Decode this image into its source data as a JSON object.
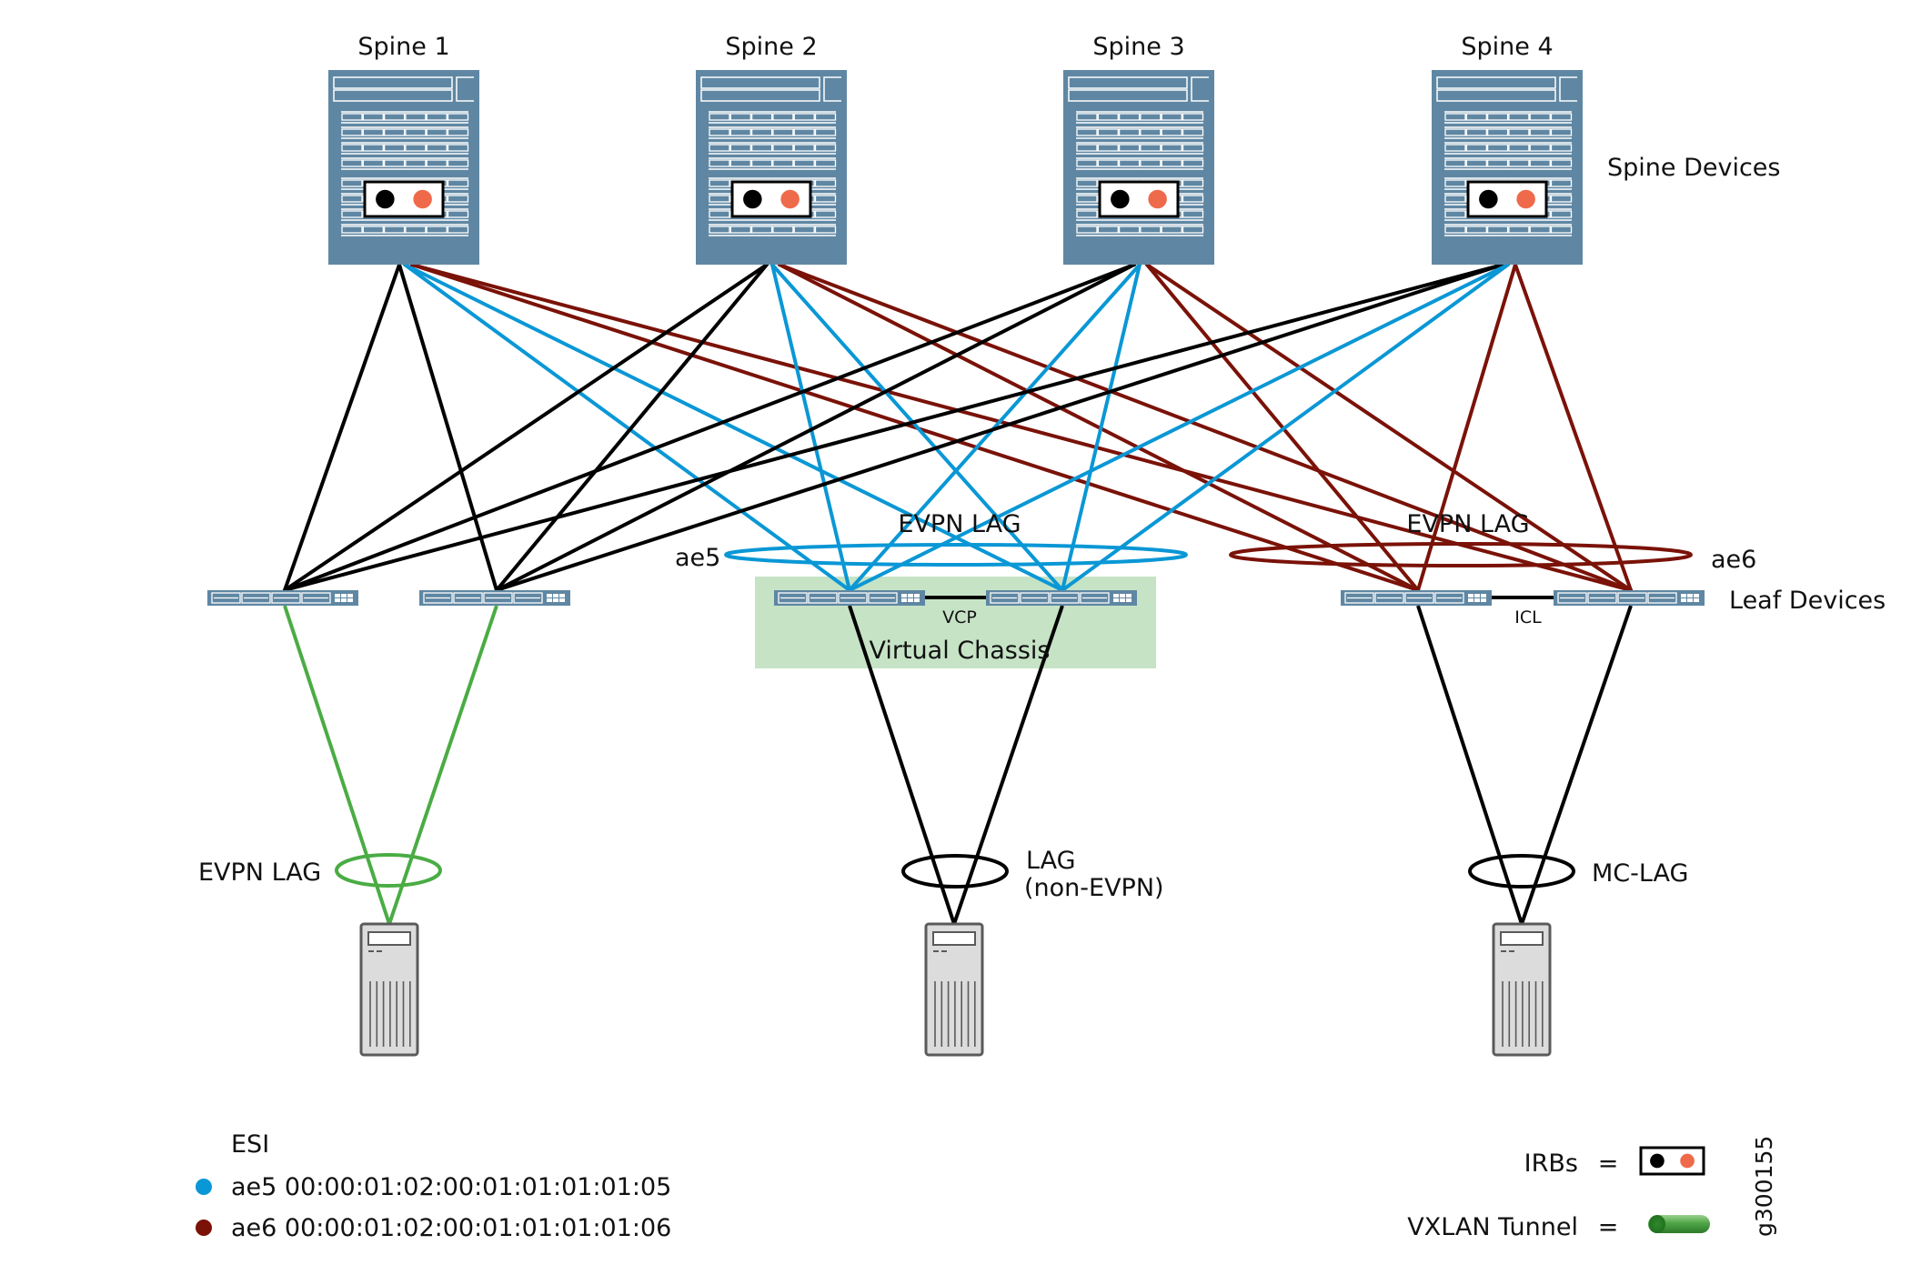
{
  "diagram": {
    "title_labels": {
      "spine_devices": "Spine Devices",
      "leaf_devices": "Leaf Devices"
    },
    "colors": {
      "device_fill": "#5f87a3",
      "device_line": "#ffffff",
      "irb_black": "#000000",
      "irb_orange": "#ef6a4b",
      "ae5_blue": "#0a97d5",
      "ae5_label": "#0f6b78",
      "ae6_red": "#7a1208",
      "evpn_green": "#4aac44",
      "black_link": "#000000",
      "vc_box": "#c6e3c6",
      "server_fill": "#dcdcdd",
      "server_stroke": "#5a5a5a",
      "tunnel_green": "#3f9b3b"
    },
    "spines": [
      {
        "id": "spine-1",
        "label": "Spine 1"
      },
      {
        "id": "spine-2",
        "label": "Spine 2"
      },
      {
        "id": "spine-3",
        "label": "Spine 3"
      },
      {
        "id": "spine-4",
        "label": "Spine 4"
      }
    ],
    "leaves": [
      {
        "id": "leaf-1",
        "group": "evpn-lag-server",
        "uplink_color": "black"
      },
      {
        "id": "leaf-2",
        "group": "evpn-lag-server",
        "uplink_color": "black"
      },
      {
        "id": "leaf-3",
        "group": "virtual-chassis",
        "uplink_color": "ae5"
      },
      {
        "id": "leaf-4",
        "group": "virtual-chassis",
        "uplink_color": "ae5"
      },
      {
        "id": "leaf-5",
        "group": "mc-lag",
        "uplink_color": "ae6"
      },
      {
        "id": "leaf-6",
        "group": "mc-lag",
        "uplink_color": "ae6"
      }
    ],
    "servers": [
      {
        "id": "server-1",
        "lag_label": "EVPN LAG",
        "lag_type": "evpn",
        "connected_leaves": [
          "leaf-1",
          "leaf-2"
        ]
      },
      {
        "id": "server-2",
        "lag_label": "LAG",
        "lag_label_line2": "(non-EVPN)",
        "lag_type": "lag",
        "connected_leaves": [
          "leaf-3",
          "leaf-4"
        ]
      },
      {
        "id": "server-3",
        "lag_label": "MC-LAG",
        "lag_type": "mclag",
        "connected_leaves": [
          "leaf-5",
          "leaf-6"
        ]
      }
    ],
    "ae5": {
      "name": "ae5",
      "lag_label": "EVPN LAG"
    },
    "ae6": {
      "name": "ae6",
      "lag_label": "EVPN LAG"
    },
    "vc": {
      "label": "Virtual Chassis",
      "link_label": "VCP"
    },
    "mclag": {
      "link_label": "ICL"
    },
    "legend": {
      "esi_title": "ESI",
      "esi_items": [
        {
          "color_key": "ae5_blue",
          "text": "ae5 00:00:01:02:00:01:01:01:01:05"
        },
        {
          "color_key": "ae6_red",
          "text": "ae6 00:00:01:02:00:01:01:01:01:06"
        }
      ],
      "irbs_label": "IRBs",
      "tunnel_label": "VXLAN Tunnel",
      "equals": "="
    },
    "figure_id": "g300155"
  }
}
